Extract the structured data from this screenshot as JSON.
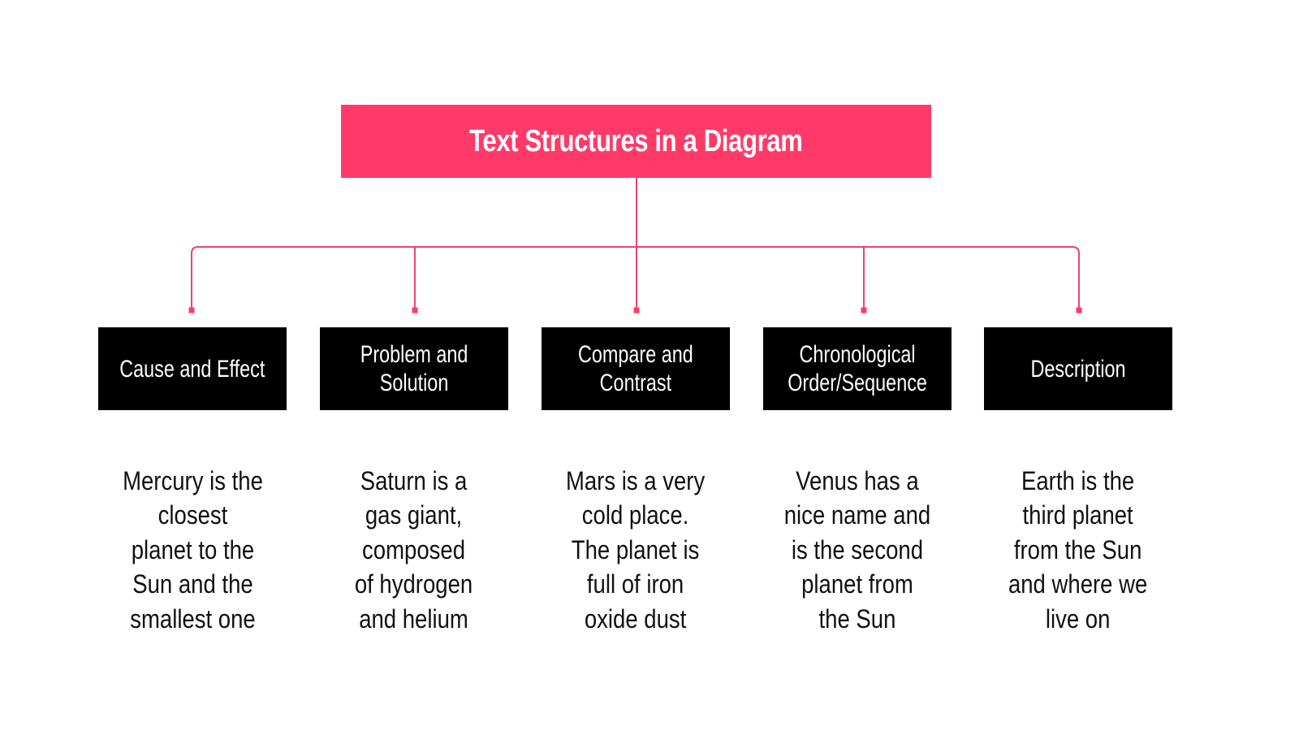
{
  "title": "Text Structures in a Diagram",
  "colors": {
    "accent": "#FF3A69",
    "box": "#000000",
    "box_text": "#FFFFFF",
    "body_text": "#111111",
    "background": "#FFFFFF"
  },
  "categories": [
    {
      "label": "Cause and Effect",
      "description": "Mercury is the\nclosest\nplanet to the\nSun and the\nsmallest one"
    },
    {
      "label": "Problem and\nSolution",
      "description": "Saturn is a\ngas giant,\ncomposed\nof hydrogen\nand helium"
    },
    {
      "label": "Compare and\nContrast",
      "description": "Mars is a very\ncold place.\nThe planet is\nfull of iron\noxide dust"
    },
    {
      "label": "Chronological\nOrder/Sequence",
      "description": "Venus has a\nnice name and\nis the second\nplanet from\nthe Sun"
    },
    {
      "label": "Description",
      "description": "Earth is the\nthird planet\nfrom the Sun\nand where we\nlive on"
    }
  ]
}
